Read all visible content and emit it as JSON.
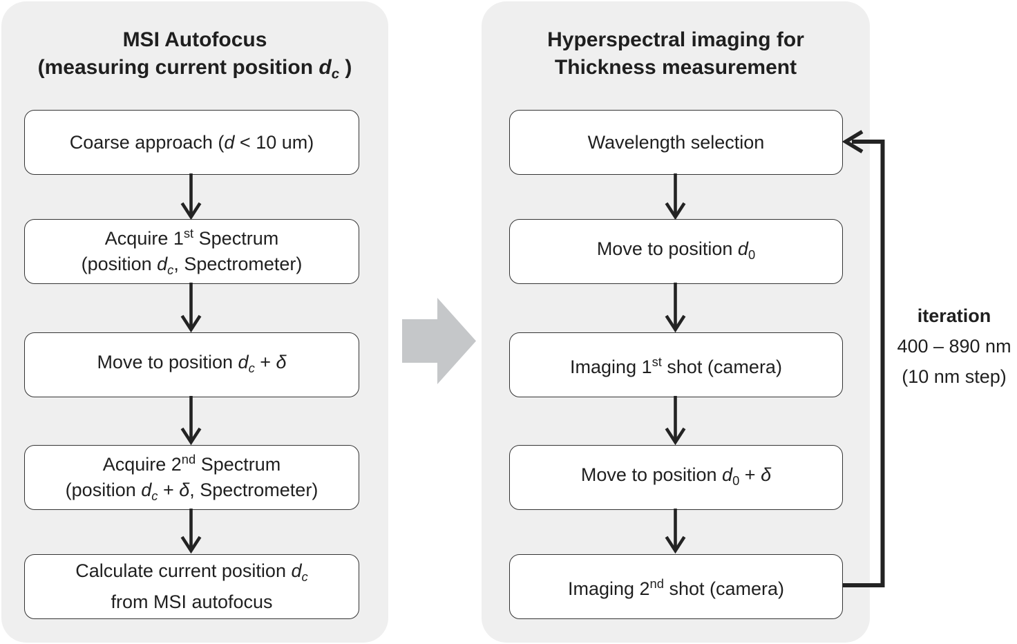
{
  "colors": {
    "panel_bg": "#efefef",
    "box_bg": "#ffffff",
    "box_border": "#333333",
    "connector_black": "#232323",
    "transition_arrow_gray": "#c5c7c9",
    "text": "#1f1f1f"
  },
  "left_panel": {
    "title_line1": "MSI Autofocus",
    "title_line2": [
      {
        "t": "(measuring current position ",
        "s": "n"
      },
      {
        "t": "d",
        "s": "i"
      },
      {
        "t": "c",
        "s": "subi"
      },
      {
        "t": " )",
        "s": "n"
      }
    ],
    "boxes": [
      {
        "id": "coarse-approach",
        "lines": [
          [
            {
              "t": "Coarse approach (",
              "s": "n"
            },
            {
              "t": "d",
              "s": "i"
            },
            {
              "t": " < 10 um)",
              "s": "n"
            }
          ]
        ]
      },
      {
        "id": "acquire-first-spectrum",
        "lines": [
          [
            {
              "t": "Acquire 1",
              "s": "n"
            },
            {
              "t": "st",
              "s": "sup"
            },
            {
              "t": " Spectrum",
              "s": "n"
            }
          ],
          [
            {
              "t": "(position ",
              "s": "n"
            },
            {
              "t": "d",
              "s": "i"
            },
            {
              "t": "c",
              "s": "subi"
            },
            {
              "t": ", Spectrometer)",
              "s": "n"
            }
          ]
        ]
      },
      {
        "id": "move-to-position-dc-plus-delta",
        "lines": [
          [
            {
              "t": "Move to position ",
              "s": "n"
            },
            {
              "t": "d",
              "s": "i"
            },
            {
              "t": "c",
              "s": "subi"
            },
            {
              "t": " + ",
              "s": "n"
            },
            {
              "t": "δ",
              "s": "i"
            }
          ]
        ]
      },
      {
        "id": "acquire-second-spectrum",
        "lines": [
          [
            {
              "t": "Acquire 2",
              "s": "n"
            },
            {
              "t": "nd",
              "s": "sup"
            },
            {
              "t": " Spectrum",
              "s": "n"
            }
          ],
          [
            {
              "t": "(position ",
              "s": "n"
            },
            {
              "t": "d",
              "s": "i"
            },
            {
              "t": "c",
              "s": "subi"
            },
            {
              "t": " + ",
              "s": "n"
            },
            {
              "t": "δ",
              "s": "i"
            },
            {
              "t": ", Spectrometer)",
              "s": "n"
            }
          ]
        ]
      },
      {
        "id": "calculate-current-position",
        "lines": [
          [
            {
              "t": "Calculate current position ",
              "s": "n"
            },
            {
              "t": "d",
              "s": "i"
            },
            {
              "t": "c",
              "s": "subi"
            }
          ],
          [
            {
              "t": "from MSI autofocus",
              "s": "n"
            }
          ]
        ]
      }
    ]
  },
  "right_panel": {
    "title_line1": "Hyperspectral imaging for",
    "title_line2": [
      {
        "t": "Thickness measurement",
        "s": "n"
      }
    ],
    "boxes": [
      {
        "id": "wavelength-selection",
        "lines": [
          [
            {
              "t": "Wavelength selection",
              "s": "n"
            }
          ]
        ]
      },
      {
        "id": "move-to-position-d0",
        "lines": [
          [
            {
              "t": "Move to position ",
              "s": "n"
            },
            {
              "t": "d",
              "s": "i"
            },
            {
              "t": "0",
              "s": "sub"
            }
          ]
        ]
      },
      {
        "id": "imaging-first-shot",
        "lines": [
          [
            {
              "t": "Imaging 1",
              "s": "n"
            },
            {
              "t": "st",
              "s": "sup"
            },
            {
              "t": " shot (camera)",
              "s": "n"
            }
          ]
        ]
      },
      {
        "id": "move-to-position-d0-plus-delta",
        "lines": [
          [
            {
              "t": "Move to position ",
              "s": "n"
            },
            {
              "t": "d",
              "s": "i"
            },
            {
              "t": "0",
              "s": "sub"
            },
            {
              "t": " + ",
              "s": "n"
            },
            {
              "t": "δ",
              "s": "i"
            }
          ]
        ]
      },
      {
        "id": "imaging-second-shot",
        "lines": [
          [
            {
              "t": "Imaging 2",
              "s": "n"
            },
            {
              "t": "nd",
              "s": "sup"
            },
            {
              "t": " shot (camera)",
              "s": "n"
            }
          ]
        ]
      }
    ]
  },
  "iteration_label": {
    "title": "iteration",
    "range": "400 – 890 nm",
    "step": "(10 nm step)"
  }
}
